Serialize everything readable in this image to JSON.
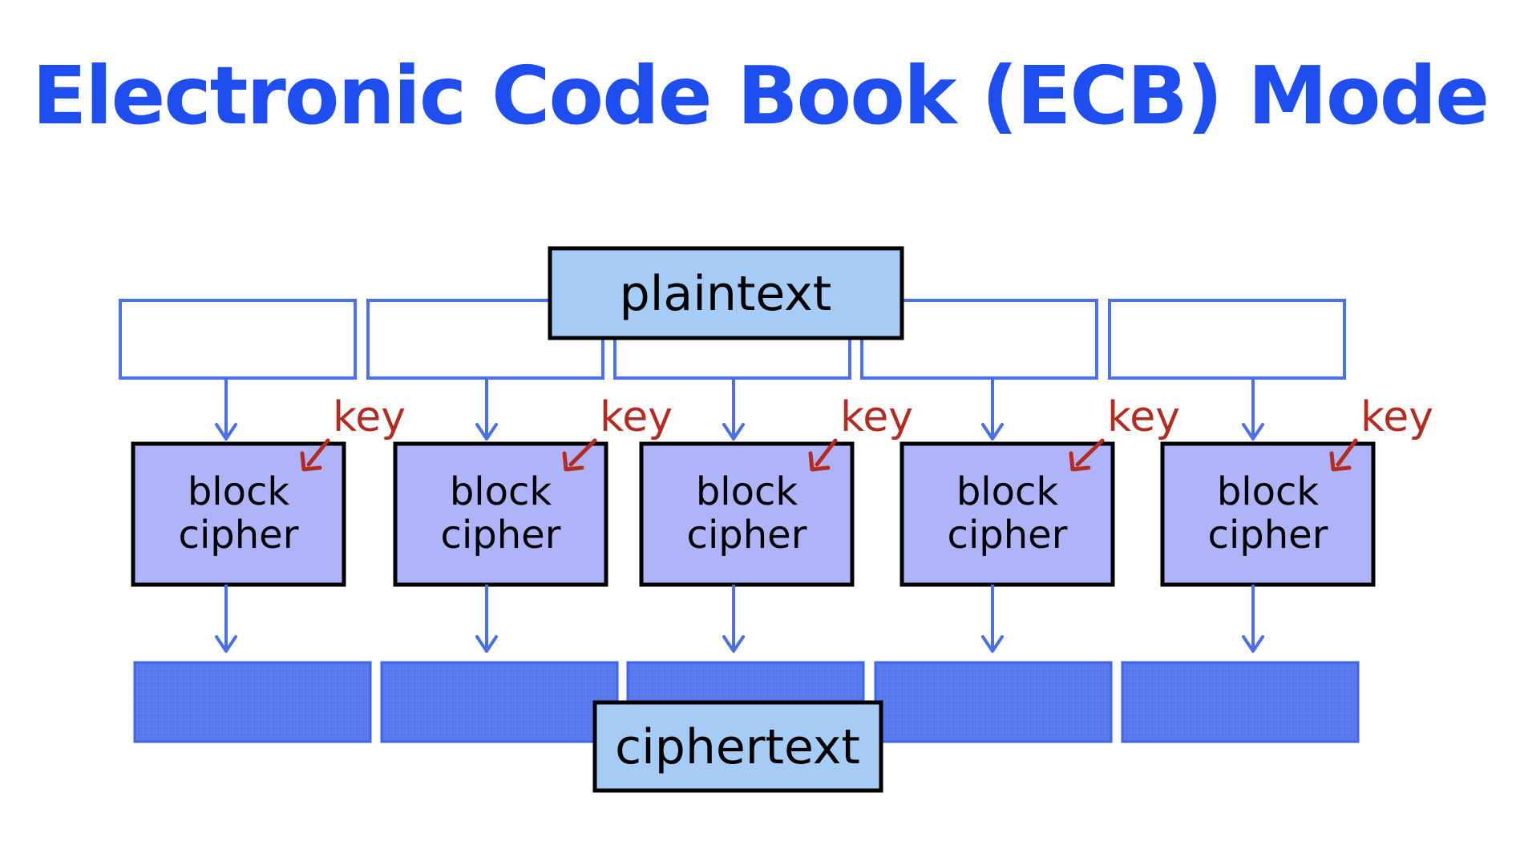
{
  "title": "Electronic Code Book (ECB) Mode",
  "plaintext_label": "plaintext",
  "ciphertext_label": "ciphertext",
  "key_label": "key",
  "block_cipher_label": {
    "line1": "block",
    "line2": "cipher"
  },
  "block_count": 5,
  "colors": {
    "title": "#1f4ef0",
    "plaintext_block_border": "#4a73ea",
    "cipher_box_fill": "#afb3f7",
    "arrow_blue": "#4a6fe6",
    "key_arrow_red": "#b42b22",
    "key_text_red": "#b42b22",
    "ciphertext_block_fill": "#5a79ee",
    "label_box_fill": "#a6ccf5"
  }
}
